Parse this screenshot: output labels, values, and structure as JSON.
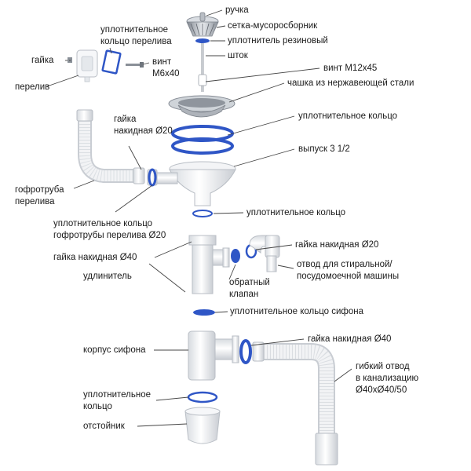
{
  "labels": {
    "handle": "ручка",
    "strainer": "сетка-мусоросборник",
    "rubber_seal": "уплотнитель резиновый",
    "rod": "шток",
    "screw_m12": "винт М12х45",
    "steel_cup": "чашка из нержавеющей стали",
    "seal_ring_top": "уплотнительное кольцо",
    "outlet": "выпуск 3 1/2",
    "seal_ring_mid": "уплотнительное кольцо",
    "nut_20_right": "гайка накидная Ø20",
    "washer_machine_line1": "отвод для стиральной/",
    "washer_machine_line2": "посудомоечной машины",
    "siphon_seal": "уплотнительное кольцо сифона",
    "nut_40_right": "гайка накидная Ø40",
    "flex_line1": "гибкий отвод",
    "flex_line2": "в канализацию",
    "flex_line3": "Ø40хØ40/50",
    "overflow_seal_line1": "уплотнительное",
    "overflow_seal_line2": "кольцо перелива",
    "nut_left": "гайка",
    "overflow": "перелив",
    "screw_m6_line1": "винт",
    "screw_m6_line2": "М6х40",
    "nut_20_left_line1": "гайка",
    "nut_20_left_line2": "накидная Ø20",
    "corrugated_line1": "гофротруба",
    "corrugated_line2": "перелива",
    "corr_seal_line1": "уплотнительное кольцо",
    "corr_seal_line2": "гофротрубы перелива Ø20",
    "nut_40_left": "гайка накидная Ø40",
    "extender": "удлинитель",
    "check_valve_line1": "обратный",
    "check_valve_line2": "клапан",
    "siphon_body": "корпус сифона",
    "bottom_seal_line1": "уплотнительное",
    "bottom_seal_line2": "кольцо",
    "sump": "отстойник"
  },
  "colors": {
    "seal_blue": "#2f56c6",
    "plastic_white": "#f3f4f6",
    "plastic_shade": "#cfd3d9",
    "steel": "#a9aeb6",
    "leader": "#444444"
  }
}
